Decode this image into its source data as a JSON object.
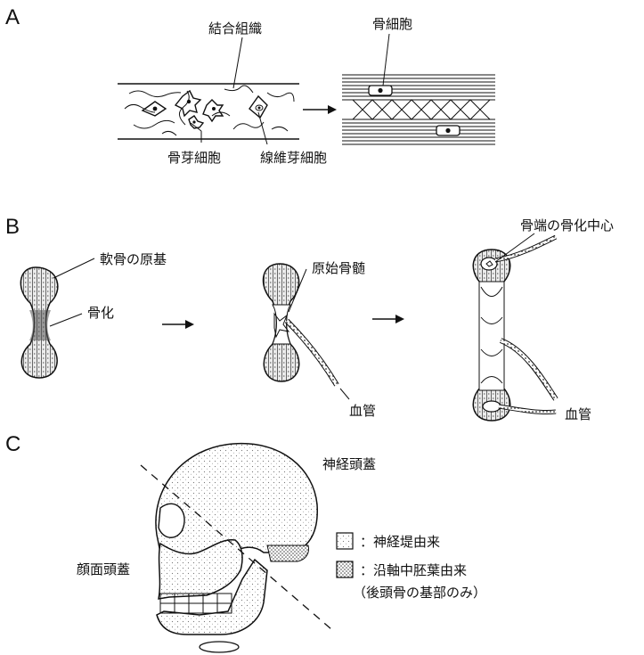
{
  "panels": {
    "a": {
      "letter": "A",
      "connective_tissue": "結合組織",
      "osteoblast": "骨芽細胞",
      "fibroblast": "線維芽細胞",
      "osteocyte": "骨細胞"
    },
    "b": {
      "letter": "B",
      "cartilage_primordium": "軟骨の原基",
      "ossification": "骨化",
      "primitive_marrow": "原始骨髄",
      "blood_vessel_1": "血管",
      "epiphyseal_center": "骨端の骨化中心",
      "blood_vessel_2": "血管"
    },
    "c": {
      "letter": "C",
      "neurocranium": "神経頭蓋",
      "viscerocranium": "顔面頭蓋",
      "legend_neural_crest": "：神経堤由来",
      "legend_paraxial_mesoderm": "：沿軸中胚葉由来",
      "legend_paraxial_note": "（後頭骨の基部のみ）"
    }
  },
  "colors": {
    "ink": "#111111",
    "background": "#ffffff"
  }
}
